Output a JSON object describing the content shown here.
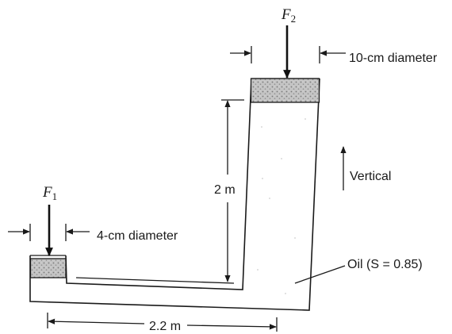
{
  "forces": {
    "f1": {
      "symbol": "F",
      "subscript": "1"
    },
    "f2": {
      "symbol": "F",
      "subscript": "2"
    }
  },
  "labels": {
    "large_diameter": "10-cm diameter",
    "small_diameter": "4-cm diameter",
    "height": "2 m",
    "length": "2.2 m",
    "vertical": "Vertical",
    "fluid": "Oil (S = 0.85)"
  },
  "colors": {
    "ink": "#1a1a1a",
    "piston_fill": "#bdbdbd"
  }
}
